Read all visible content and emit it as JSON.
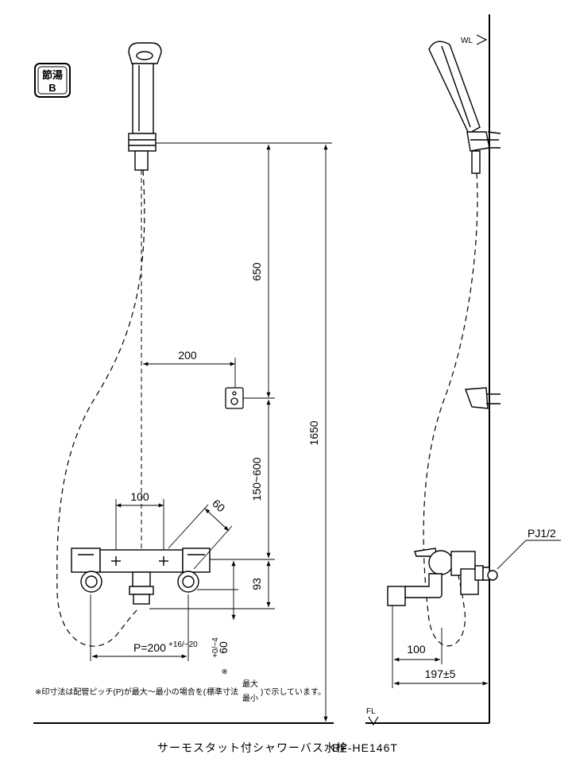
{
  "badge": {
    "line1": "節湯",
    "line2": "B"
  },
  "dimensions": {
    "hanger_height": "650",
    "hanger_offset": "200",
    "total_height": "1650",
    "hook_range": "150~600",
    "body_width": "100",
    "handle_angle": "60",
    "body_to_outlet": "93",
    "pitch": "P=200",
    "pitch_tol": "+16/−20",
    "outlet_drop": "60",
    "outlet_tol": "+0/−4",
    "side_spout": "100",
    "wall_depth": "197±5"
  },
  "labels": {
    "wl": "WL",
    "fl": "FL",
    "pj": "PJ1/2",
    "asterisk": "※"
  },
  "note": {
    "prefix": "※印寸法は配管ピッチ(P)が最大〜最小の場合を(",
    "std": "標準寸法",
    "max": "最大",
    "min": "最小",
    "suffix": ")で示しています。"
  },
  "caption": {
    "title": "サーモスタット付シャワーバス水栓",
    "model": "BF-HE146T"
  }
}
